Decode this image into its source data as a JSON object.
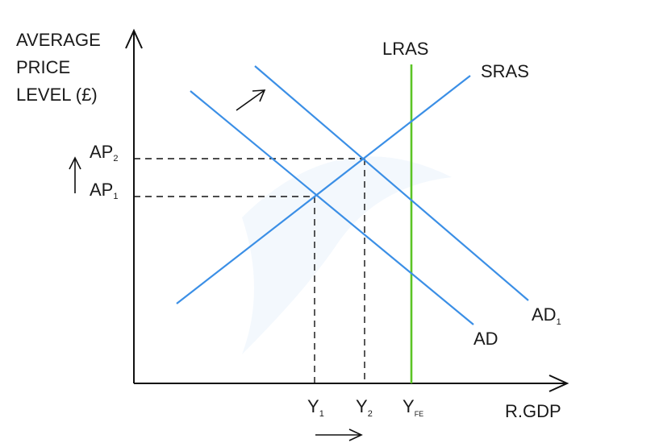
{
  "diagram": {
    "y_axis_label": [
      "AVERAGE",
      "PRICE",
      "LEVEL (£)"
    ],
    "x_axis_label": "R.GDP",
    "curves": {
      "lras": "LRAS",
      "sras": "SRAS",
      "ad": "AD",
      "ad1": {
        "main": "AD",
        "sub": "1"
      }
    },
    "price_levels": [
      {
        "main": "AP",
        "sub": "2"
      },
      {
        "main": "AP",
        "sub": "1"
      }
    ],
    "output_levels": [
      {
        "main": "Y",
        "sub": "1"
      },
      {
        "main": "Y",
        "sub": "2"
      },
      {
        "main": "Y",
        "sub": "FE"
      }
    ],
    "colors": {
      "ad_sras": "#3b8fe6",
      "lras": "#5cc425",
      "axes": "#111111"
    }
  }
}
